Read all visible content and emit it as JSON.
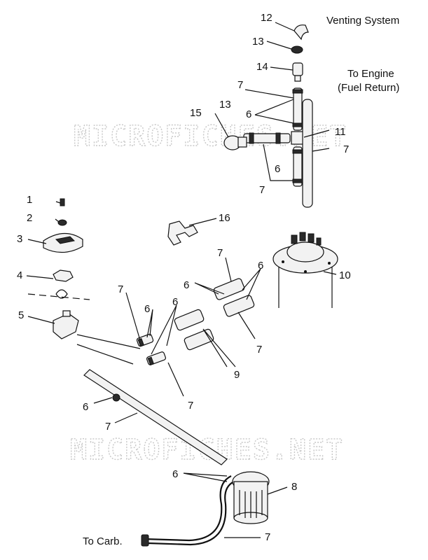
{
  "watermark": "MICROFICHES.NET",
  "notes": {
    "venting_system": "Venting System",
    "to_engine_line1": "To Engine",
    "to_engine_line2": "(Fuel Return)",
    "to_carb": "To Carb."
  },
  "callouts": {
    "c1": "1",
    "c2": "2",
    "c3": "3",
    "c4": "4",
    "c5": "5",
    "c6a": "6",
    "c6b": "6",
    "c6c": "6",
    "c6d": "6",
    "c6e": "6",
    "c6f": "6",
    "c6g": "6",
    "c6h": "6",
    "c7a": "7",
    "c7b": "7",
    "c7c": "7",
    "c7d": "7",
    "c7e": "7",
    "c7f": "7",
    "c7g": "7",
    "c7h": "7",
    "c8": "8",
    "c9": "9",
    "c10": "10",
    "c11": "11",
    "c12": "12",
    "c13a": "13",
    "c13b": "13",
    "c14": "14",
    "c15": "15",
    "c16": "16"
  }
}
